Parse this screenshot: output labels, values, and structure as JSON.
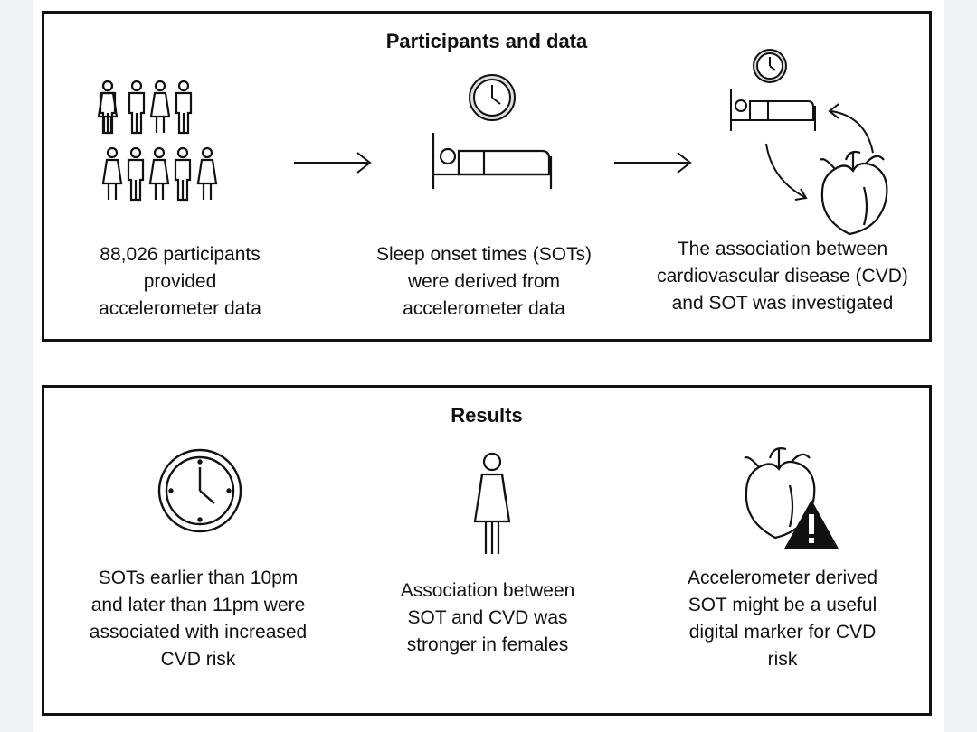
{
  "participants_panel": {
    "title": "Participants and data",
    "captions": [
      "88,026 participants\nprovided\naccelerometer data",
      "Sleep onset times (SOTs)\nwere derived from\naccelerometer data",
      "The association between\ncardiovascular disease (CVD)\nand SOT was investigated"
    ],
    "icons": [
      "people-group-icon",
      "arrow-right-icon",
      "clock-icon",
      "bed-icon",
      "arrow-right-icon",
      "clock-icon",
      "bed-icon",
      "cycle-arrows-icon",
      "heart-icon"
    ]
  },
  "results_panel": {
    "title": "Results",
    "captions": [
      "SOTs earlier than 10pm\nand later than 11pm were\nassociated with increased\nCVD risk",
      "Association between\nSOT and CVD was\nstronger in females",
      "Accelerometer derived\nSOT might be a useful\ndigital marker for CVD\nrisk"
    ],
    "icons": [
      "clock-icon",
      "female-icon",
      "heart-icon",
      "warning-icon"
    ]
  },
  "colors": {
    "line": "#111111",
    "background": "#ffffff",
    "page_margin": "#eef2f6"
  }
}
